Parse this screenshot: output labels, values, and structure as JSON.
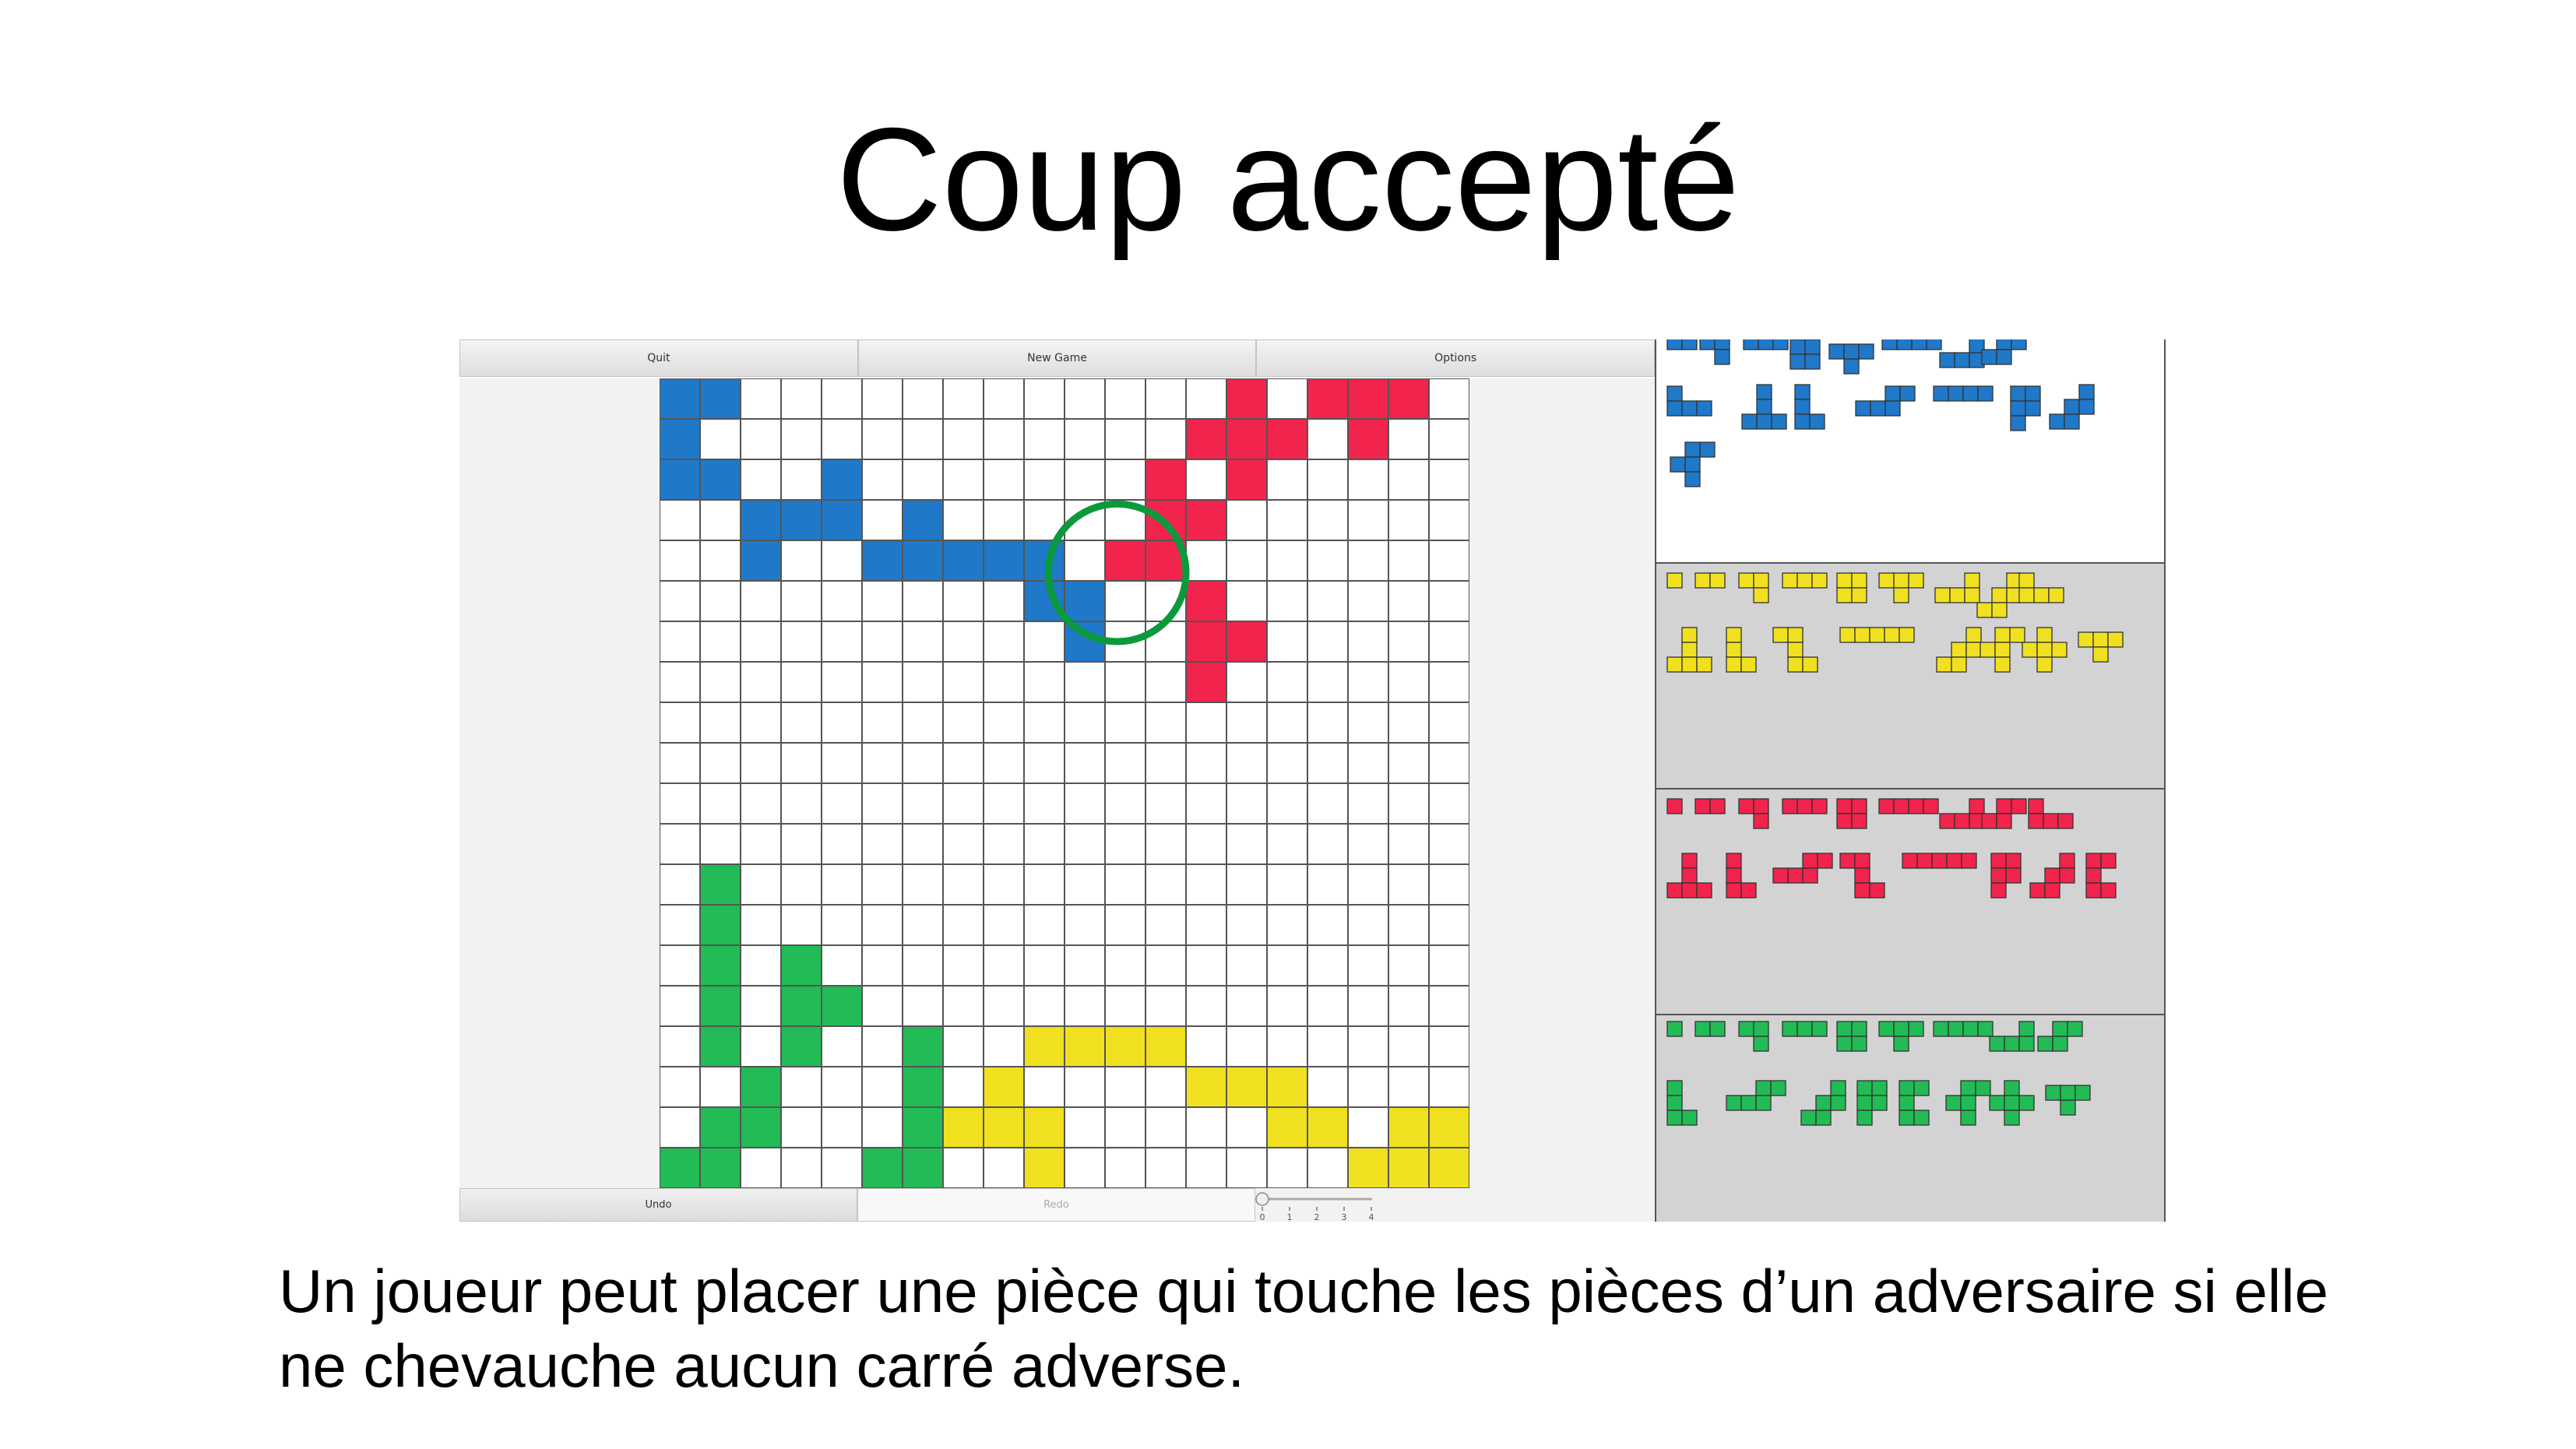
{
  "slide": {
    "title": "Coup accepté",
    "caption_lines": [
      "Un joueur peut placer une pièce qui touche les pièces d’un adversaire si elle",
      "ne chevauche aucun carré adverse."
    ]
  },
  "toolbar": {
    "quit_label": "Quit",
    "new_game_label": "New Game",
    "options_label": "Options"
  },
  "bottombar": {
    "undo_label": "Undo",
    "redo_label": "Redo",
    "slider_ticks": [
      "0",
      "1",
      "2",
      "3",
      "4"
    ]
  },
  "colors": {
    "blue": "#1f78c8",
    "red": "#f0244c",
    "green": "#22bb55",
    "yellow": "#f0e020",
    "highlight_circle": "#0a9a3c",
    "grid_line": "#555555"
  },
  "board": {
    "cols": 20,
    "rows": 20,
    "cells": {
      "blue": [
        [
          0,
          0
        ],
        [
          1,
          0
        ],
        [
          0,
          1
        ],
        [
          0,
          2
        ],
        [
          1,
          2
        ],
        [
          4,
          2
        ],
        [
          2,
          3
        ],
        [
          3,
          3
        ],
        [
          4,
          3
        ],
        [
          6,
          3
        ],
        [
          2,
          4
        ],
        [
          5,
          4
        ],
        [
          6,
          4
        ],
        [
          7,
          4
        ],
        [
          8,
          4
        ],
        [
          9,
          4
        ],
        [
          9,
          5
        ],
        [
          10,
          5
        ],
        [
          10,
          6
        ]
      ],
      "red": [
        [
          14,
          0
        ],
        [
          16,
          0
        ],
        [
          17,
          0
        ],
        [
          18,
          0
        ],
        [
          13,
          1
        ],
        [
          14,
          1
        ],
        [
          15,
          1
        ],
        [
          17,
          1
        ],
        [
          12,
          2
        ],
        [
          14,
          2
        ],
        [
          12,
          3
        ],
        [
          13,
          3
        ],
        [
          11,
          4
        ],
        [
          12,
          4
        ],
        [
          13,
          5
        ],
        [
          13,
          6
        ],
        [
          14,
          6
        ],
        [
          13,
          7
        ]
      ],
      "green": [
        [
          1,
          12
        ],
        [
          1,
          13
        ],
        [
          1,
          14
        ],
        [
          3,
          14
        ],
        [
          1,
          15
        ],
        [
          3,
          15
        ],
        [
          4,
          15
        ],
        [
          1,
          16
        ],
        [
          3,
          16
        ],
        [
          6,
          16
        ],
        [
          2,
          17
        ],
        [
          6,
          17
        ],
        [
          1,
          18
        ],
        [
          2,
          18
        ],
        [
          6,
          18
        ],
        [
          0,
          19
        ],
        [
          1,
          19
        ],
        [
          5,
          19
        ],
        [
          6,
          19
        ]
      ],
      "yellow": [
        [
          9,
          16
        ],
        [
          10,
          16
        ],
        [
          11,
          16
        ],
        [
          12,
          16
        ],
        [
          8,
          17
        ],
        [
          13,
          17
        ],
        [
          14,
          17
        ],
        [
          15,
          17
        ],
        [
          7,
          18
        ],
        [
          8,
          18
        ],
        [
          9,
          18
        ],
        [
          15,
          18
        ],
        [
          16,
          18
        ],
        [
          18,
          18
        ],
        [
          19,
          18
        ],
        [
          9,
          19
        ],
        [
          17,
          19
        ],
        [
          18,
          19
        ],
        [
          19,
          19
        ]
      ]
    },
    "highlight": {
      "center_col": 11.3,
      "center_row": 4.8,
      "radius_cells": 1.7
    }
  },
  "piece_trays": [
    {
      "player": "blue",
      "color_key": "blue"
    },
    {
      "player": "yellow",
      "color_key": "yellow"
    },
    {
      "player": "red",
      "color_key": "red"
    },
    {
      "player": "green",
      "color_key": "green"
    }
  ]
}
